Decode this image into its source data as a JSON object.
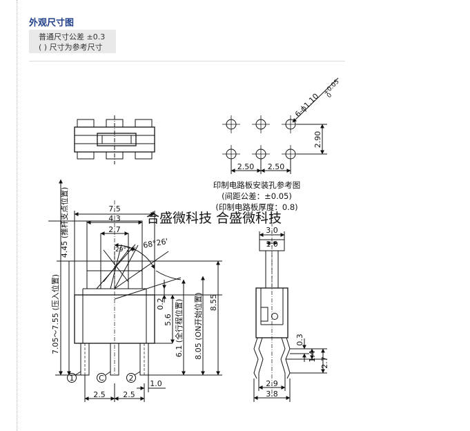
{
  "heading": "外观尺寸图",
  "notes": [
    "普通尺寸公差 ±0.3",
    "( ) 尺寸为参考尺寸"
  ],
  "watermark": "合盛微科技 合盛微科技",
  "pcb_drawing": {
    "hole_spec": "6-ϕ1.10",
    "hole_tol_upper": "+0.05",
    "hole_tol_lower": "0",
    "dims": [
      "2.50",
      "2.50",
      "2.90"
    ],
    "caption": [
      "印制电路板安装孔参考图",
      "(间距公差：±0.05)",
      "(印制电路板厚度：0.8)"
    ]
  },
  "front_view": {
    "width_dims": [
      "7.5",
      "4.3",
      "2.7"
    ],
    "angles": [
      "29°24'",
      "68°26'"
    ],
    "height_dims_left": [
      "7.05～7.55 (压入位置)",
      "4.45 (推杆支点位置)"
    ],
    "height_dims_right": [
      "0.2",
      "5.6",
      "6.1 (全行程位置)",
      "8.05 (ON开始位置)",
      "8.55"
    ],
    "terminals": [
      "1",
      "C",
      "2"
    ],
    "bottom_dims": [
      "2.5",
      "2.5",
      "1.0"
    ]
  },
  "side_view": {
    "top_dims": [
      "3.0",
      "1.0"
    ],
    "right_dims": [
      "0.3",
      "1.4",
      "2.7"
    ],
    "bottom_dims": [
      "2.9",
      "3.8"
    ]
  }
}
